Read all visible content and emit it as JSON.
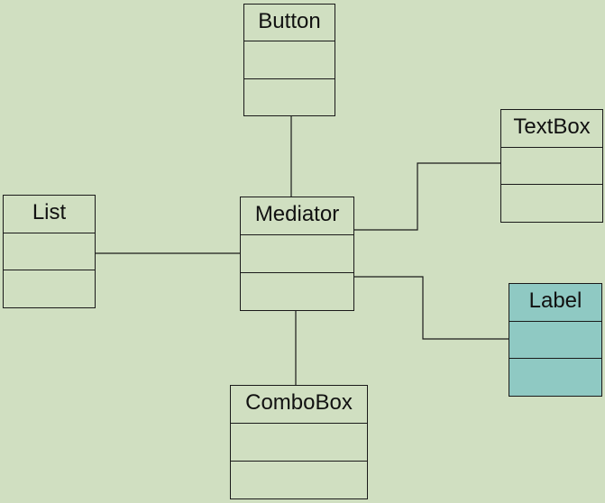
{
  "diagram": {
    "classes": [
      {
        "id": "button",
        "name": "Button",
        "fill": "#d0dfc1"
      },
      {
        "id": "textbox",
        "name": "TextBox",
        "fill": "#d0dfc1"
      },
      {
        "id": "list",
        "name": "List",
        "fill": "#d0dfc1"
      },
      {
        "id": "mediator",
        "name": "Mediator",
        "fill": "#d0dfc1"
      },
      {
        "id": "label",
        "name": "Label",
        "fill": "#8fc9c3"
      },
      {
        "id": "combobox",
        "name": "ComboBox",
        "fill": "#d0dfc1"
      }
    ],
    "connections": [
      {
        "from": "mediator",
        "to": "button"
      },
      {
        "from": "mediator",
        "to": "textbox"
      },
      {
        "from": "mediator",
        "to": "list"
      },
      {
        "from": "mediator",
        "to": "label"
      },
      {
        "from": "mediator",
        "to": "combobox"
      }
    ],
    "colors": {
      "background": "#d0dfc1",
      "stroke": "#1a1a1a",
      "highlight": "#8fc9c3"
    }
  }
}
